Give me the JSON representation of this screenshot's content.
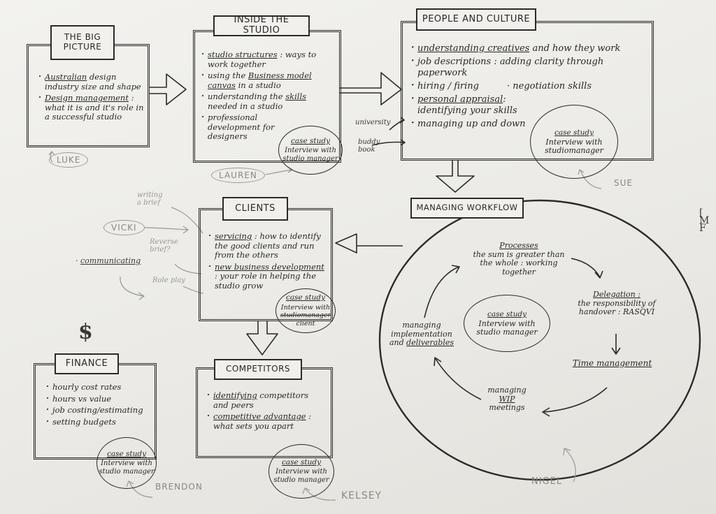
{
  "colors": {
    "paper": "#ecebe7",
    "ink": "#2d2b29",
    "pencil": "#9a9895"
  },
  "big_picture": {
    "title": "THE BIG PICTURE",
    "items": [
      {
        "head": "Australian",
        "rest": " design industry size and shape"
      },
      {
        "head": "Design management",
        "rest": " : what it is and it's role in a successful studio"
      }
    ],
    "owner": "LUKE"
  },
  "inside_studio": {
    "title": "INSIDE THE STUDIO",
    "items": [
      {
        "pre": "",
        "head": "studio structures",
        "rest": " : ways to work together"
      },
      {
        "pre": "using the ",
        "head": "Business model canvas",
        "rest": " in a studio"
      },
      {
        "pre": "understanding the ",
        "head": "skills",
        "rest": " needed in a studio"
      },
      {
        "pre": "professional development for designers",
        "head": "",
        "rest": ""
      }
    ],
    "case_study": {
      "title": "case study",
      "line1": "Interview with",
      "line2": "studio manager"
    },
    "owner": "LAUREN"
  },
  "people_culture": {
    "title": "PEOPLE AND CULTURE",
    "items": [
      {
        "head": "understanding creatives",
        "rest": " and how they work"
      },
      {
        "head": "",
        "rest": "job descriptions : adding clarity through paperwork"
      },
      {
        "head": "",
        "rest": "hiring / firing"
      },
      {
        "head": "personal appraisal",
        "rest": ": identifying your skills"
      },
      {
        "head": "",
        "rest": "managing up and down"
      }
    ],
    "extra_item": "negotiation skills",
    "side_notes": [
      "university",
      "buddy book"
    ],
    "case_study": {
      "title": "case study",
      "line1": "Interview with",
      "line2": "studiomanager"
    },
    "owner": "SUE"
  },
  "clients": {
    "title": "CLIENTS",
    "items": [
      {
        "head": "servicing",
        "rest": " : how to identify the good clients and run from the others"
      },
      {
        "head": "new business development",
        "rest": " : your role in helping the studio grow"
      }
    ],
    "case_study": {
      "title": "case study",
      "line1": "Interview with",
      "line2": "studiomanager",
      "line3": "client"
    },
    "owner": "VICKI",
    "side_notes": {
      "writing": "writing a brief",
      "reverse": "Reverse brief?",
      "roleplay": "Role play",
      "communicating": "communicating"
    }
  },
  "managing_workflow": {
    "title": "MANAGING WORKFLOW",
    "processes": {
      "head": "Processes",
      "text": "the sum is greater than the whole : working together"
    },
    "delegation": {
      "head": "Delegation :",
      "text": "the responsibility of handover : RASQVI"
    },
    "time": {
      "head": "Time management"
    },
    "wip": {
      "pre": "managing",
      "head": "WIP",
      "post": "meetings"
    },
    "implementation": {
      "pre": "managing implementation and ",
      "head": "deliverables"
    },
    "case_study": {
      "title": "case study",
      "line1": "Interview with",
      "line2": "studio manager"
    },
    "owner": "NIGEL"
  },
  "finance": {
    "symbol": "$",
    "title": "FINANCE",
    "items": [
      "hourly cost rates",
      "hours vs value",
      "job costing/estimating",
      "setting budgets"
    ],
    "case_study": {
      "title": "case study",
      "line1": "Interview with",
      "line2": "studio manager"
    },
    "owner": "BRENDON"
  },
  "competitors": {
    "title": "COMPETITORS",
    "items": [
      {
        "head": "identifying",
        "rest": " competitors and peers"
      },
      {
        "head": "competitive advantage",
        "rest": " : what sets you apart"
      }
    ],
    "case_study": {
      "title": "case study",
      "line1": "Interview with",
      "line2": "studio manager"
    },
    "owner": "KELSEY"
  },
  "margin_note": "[ M F"
}
